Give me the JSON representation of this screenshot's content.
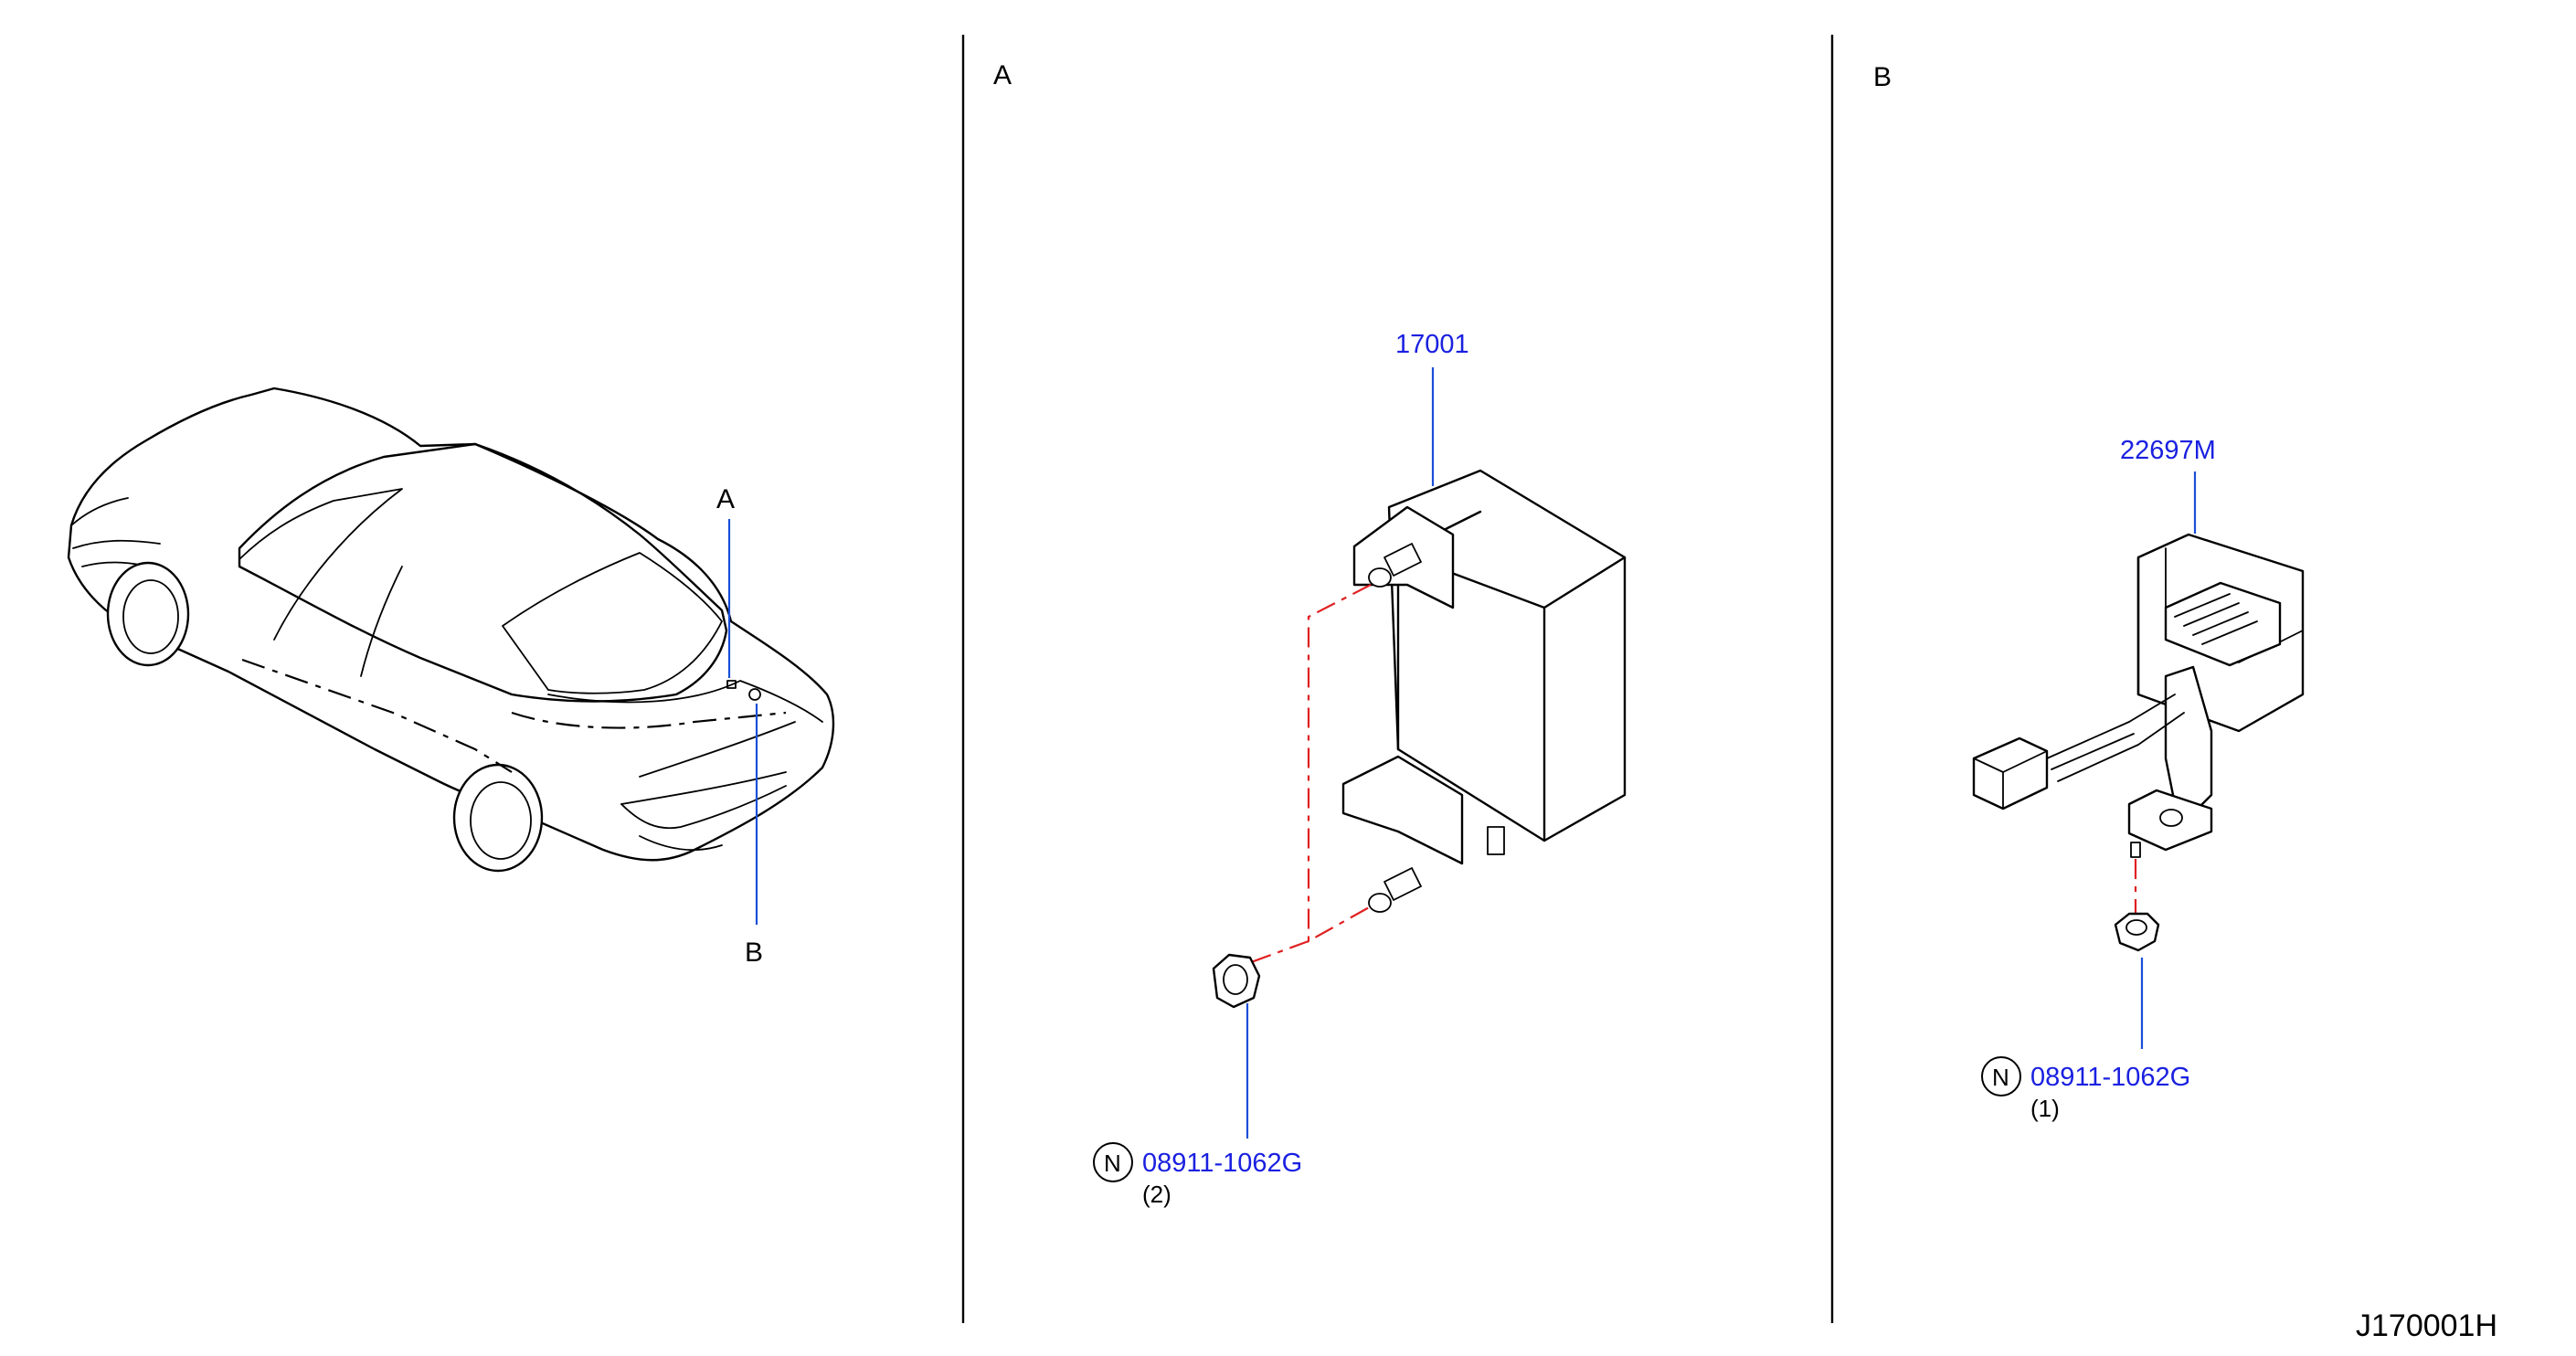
{
  "panels": {
    "a_letter": "A",
    "b_letter": "B"
  },
  "car_callouts": {
    "a": "A",
    "b": "B"
  },
  "parts": {
    "module_part_no": "17001",
    "bracket_part_no": "22697M",
    "nut_a": {
      "prefix": "N",
      "part_no": "08911-1062G",
      "qty": "(2)"
    },
    "nut_b": {
      "prefix": "N",
      "part_no": "08911-1062G",
      "qty": "(1)"
    }
  },
  "diagram_code": "J170001H",
  "colors": {
    "part_number": "#1a20e0",
    "leader_line": "#1a4fd8",
    "assembly_line": "#e02020",
    "ink": "#000000"
  }
}
